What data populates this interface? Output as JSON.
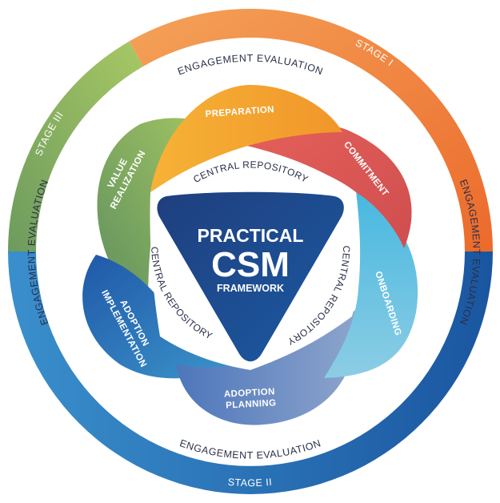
{
  "center": {
    "line1": "PRACTICAL",
    "line2": "CSM",
    "line3": "FRAMEWORK",
    "color": "#1d4f94"
  },
  "stages": [
    {
      "label": "STAGE I",
      "color_start": "#f4a259",
      "color_end": "#ec6a2b"
    },
    {
      "label": "STAGE II",
      "color_start": "#3a8fcc",
      "color_end": "#1a56a0"
    },
    {
      "label": "STAGE III",
      "color_start": "#a8c864",
      "color_end": "#6d9b5e"
    }
  ],
  "engagement_label": "ENGAGEMENT EVALUATION",
  "repository_label": "CENTRAL REPOSITORY",
  "phases": [
    {
      "line1": "PREPARATION",
      "line2": "",
      "color": "#f3a02a"
    },
    {
      "line1": "COMMITMENT",
      "line2": "",
      "color": "#dd5553"
    },
    {
      "line1": "ONBOARDING",
      "line2": "",
      "color": "#5bbfe0"
    },
    {
      "line1": "ADOPTION",
      "line2": "PLANNING",
      "color": "#6b8cc4"
    },
    {
      "line1": "ADOPTION",
      "line2": "IMPLEMENTATION",
      "color": "#2a72b8"
    },
    {
      "line1": "VALUE",
      "line2": "REALIZATION",
      "color": "#7eab5a"
    }
  ]
}
